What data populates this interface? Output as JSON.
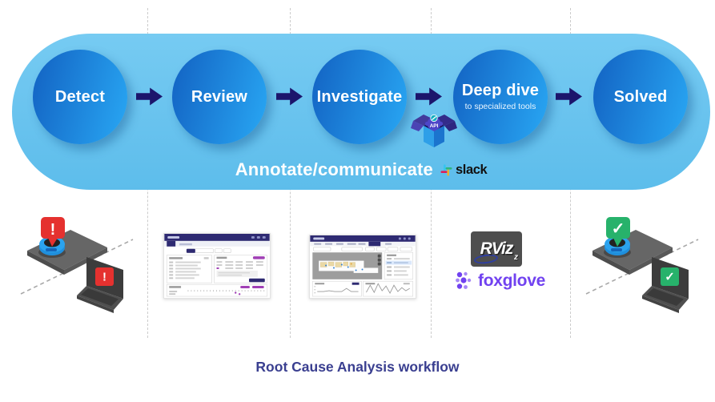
{
  "diagram": {
    "title": "Root Cause Analysis workflow",
    "stages": [
      {
        "label": "Detect"
      },
      {
        "label": "Review"
      },
      {
        "label": "Investigate"
      },
      {
        "label": "Deep dive",
        "sublabel": "to specialized tools"
      },
      {
        "label": "Solved"
      }
    ],
    "annotate": {
      "label": "Annotate/communicate",
      "slack_label": "slack"
    },
    "api_box": {
      "label": "API"
    }
  },
  "column_art": {
    "detect": {
      "type": "robot-and-laptop-alert",
      "glyph": "!"
    },
    "review": {
      "type": "incident-review-app-screenshot"
    },
    "investigate": {
      "type": "map-dashboard-app-screenshot"
    },
    "deep_dive": {
      "rviz_label": "RViz",
      "rviz_accent": "z",
      "foxglove_label": "foxglove"
    },
    "solved": {
      "type": "robot-and-laptop-check",
      "glyph": "✓"
    }
  },
  "colors": {
    "pill_blue": "#6BC4EF",
    "circle_blue_dark": "#1467C6",
    "circle_blue_light": "#27A2F0",
    "arrow_navy": "#1C156C",
    "alert_red": "#E5312F",
    "check_green": "#27B26B",
    "title_indigo": "#3A3F90",
    "mini_navy": "#2E2A72",
    "mini_purple": "#A03FB5",
    "foxglove_purple": "#7142F0",
    "rviz_bg": "#4E4E4E",
    "slack_blue": "#36C5F0",
    "slack_green": "#2EB67D",
    "slack_yellow": "#ECB22E",
    "slack_red": "#E01E5A",
    "slack_text": "#121212",
    "divider_gray": "#CCCCCC"
  }
}
